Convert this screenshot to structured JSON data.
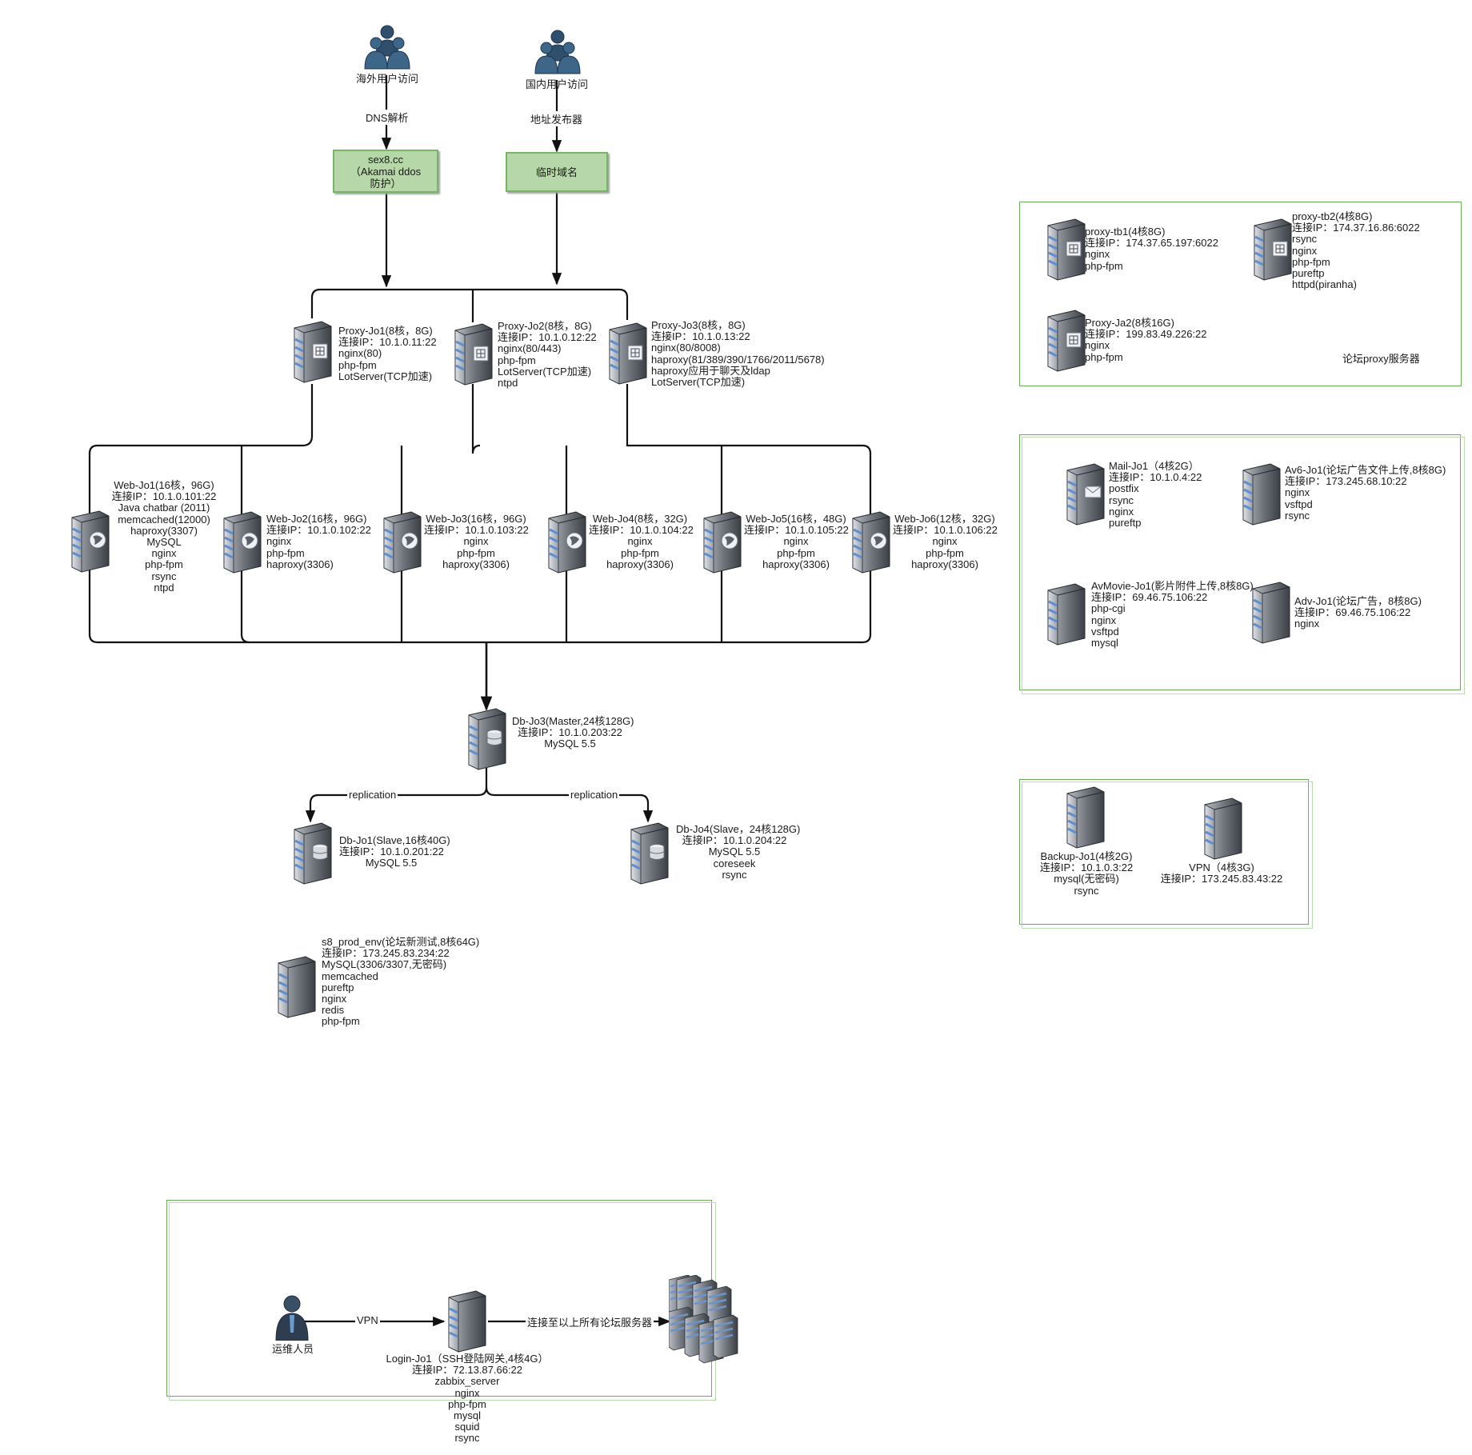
{
  "users": {
    "overseas": {
      "label": "海外用户访问"
    },
    "domestic": {
      "label": "国内用户访问"
    },
    "ops": {
      "label": "运维人员"
    }
  },
  "edges": {
    "dns": "DNS解析",
    "publisher": "地址发布器",
    "replication_left": "replication",
    "replication_right": "replication",
    "vpn": "VPN",
    "connect_all": "连接至以上所有论坛服务器"
  },
  "domains": {
    "main": [
      "sex8.cc",
      "（Akamai ddos",
      "防护）"
    ],
    "temp": [
      "临时域名"
    ]
  },
  "proxies": [
    {
      "id": "proxy-jo1",
      "lines": [
        "Proxy-Jo1(8核，8G)",
        "连接IP：10.1.0.11:22",
        "nginx(80)",
        "php-fpm",
        " LotServer(TCP加速)"
      ]
    },
    {
      "id": "proxy-jo2",
      "lines": [
        "Proxy-Jo2(8核，8G)",
        "连接IP：10.1.0.12:22",
        "nginx(80/443)",
        "php-fpm",
        "LotServer(TCP加速)",
        "ntpd"
      ]
    },
    {
      "id": "proxy-jo3",
      "lines": [
        "Proxy-Jo3(8核，8G)",
        "连接IP：10.1.0.13:22",
        "nginx(80/8008)",
        "haproxy(81/389/390/1766/2011/5678)",
        "haproxy应用于聊天及ldap",
        " LotServer(TCP加速)"
      ]
    }
  ],
  "webs": [
    {
      "id": "web-jo1",
      "lines": [
        "Web-Jo1(16核，96G)",
        "连接IP：10.1.0.101:22",
        "Java chatbar (2011)",
        "memcached(12000)",
        "haproxy(3307)",
        "MySQL",
        "nginx",
        "php-fpm",
        "rsync",
        "ntpd"
      ]
    },
    {
      "id": "web-jo2",
      "lines": [
        "Web-Jo2(16核，96G)",
        "连接IP：10.1.0.102:22",
        "nginx",
        "php-fpm",
        "haproxy(3306)"
      ]
    },
    {
      "id": "web-jo3",
      "lines": [
        "Web-Jo3(16核，96G)",
        "连接IP：10.1.0.103:22",
        "nginx",
        "php-fpm",
        "haproxy(3306)"
      ]
    },
    {
      "id": "web-jo4",
      "lines": [
        "Web-Jo4(8核，32G)",
        "连接IP：10.1.0.104:22",
        "nginx",
        "php-fpm",
        "haproxy(3306)"
      ]
    },
    {
      "id": "web-jo5",
      "lines": [
        "Web-Jo5(16核，48G)",
        "连接IP：10.1.0.105:22",
        "nginx",
        "php-fpm",
        "haproxy(3306)"
      ]
    },
    {
      "id": "web-jo6",
      "lines": [
        "Web-Jo6(12核，32G)",
        "连接IP：10.1.0.106:22",
        "nginx",
        "php-fpm",
        "haproxy(3306)"
      ]
    }
  ],
  "databases": [
    {
      "id": "db-jo3",
      "lines": [
        "Db-Jo3(Master,24核128G)",
        "连接IP：10.1.0.203:22",
        "MySQL 5.5"
      ]
    },
    {
      "id": "db-jo1",
      "lines": [
        "Db-Jo1(Slave,16核40G)",
        "连接IP：10.1.0.201:22",
        "MySQL 5.5"
      ]
    },
    {
      "id": "db-jo4",
      "lines": [
        "Db-Jo4(Slave，24核128G)",
        "连接IP：10.1.0.204:22",
        "MySQL 5.5",
        "coreseek",
        "rsync"
      ]
    }
  ],
  "test_env": {
    "lines": [
      "s8_prod_env(论坛新测试,8核64G)",
      "连接IP：173.245.83.234:22",
      "MySQL(3306/3307,无密码)",
      "memcached",
      "pureftp",
      "nginx",
      "redis",
      "php-fpm"
    ]
  },
  "forum_proxy": {
    "title": "论坛proxy服务器",
    "servers": [
      {
        "id": "proxy-tb1",
        "lines": [
          "proxy-tb1(4核8G)",
          "连接IP：174.37.65.197:6022",
          "nginx",
          "php-fpm"
        ]
      },
      {
        "id": "proxy-tb2",
        "lines": [
          "proxy-tb2(4核8G)",
          "连接IP：174.37.16.86:6022",
          "rsync",
          "nginx",
          "php-fpm",
          "pureftp",
          "httpd(piranha)"
        ]
      },
      {
        "id": "proxy-ja2",
        "lines": [
          "Proxy-Ja2(8核16G)",
          "连接IP：199.83.49.226:22",
          "nginx",
          "php-fpm"
        ]
      }
    ]
  },
  "misc_servers": [
    {
      "id": "mail-jo1",
      "lines": [
        "Mail-Jo1（4核2G）",
        "连接IP：10.1.0.4:22",
        "postfix",
        "rsync",
        "nginx",
        "pureftp"
      ]
    },
    {
      "id": "av6-jo1",
      "lines": [
        "Av6-Jo1(论坛广告文件上传,8核8G)",
        "连接IP：173.245.68.10:22",
        "nginx",
        "vsftpd",
        "rsync"
      ]
    },
    {
      "id": "avmovie-jo1",
      "lines": [
        "AvMovie-Jo1(影片附件上传,8核8G)",
        "连接IP：69.46.75.106:22",
        "php-cgi",
        "nginx",
        "vsftpd",
        "mysql"
      ]
    },
    {
      "id": "adv-jo1",
      "lines": [
        "Adv-Jo1(论坛广告，8核8G)",
        "连接IP：69.46.75.106:22",
        "nginx"
      ]
    }
  ],
  "backup_servers": [
    {
      "id": "backup-jo1",
      "lines": [
        "Backup-Jo1(4核2G)",
        "连接IP：10.1.0.3:22",
        "mysql(无密码)",
        "rsync"
      ]
    },
    {
      "id": "vpn",
      "lines": [
        "VPN（4核3G)",
        "连接IP：173.245.83.43:22"
      ]
    }
  ],
  "login": {
    "lines": [
      "Login-Jo1（SSH登陆网关,4核4G）",
      "连接IP：72.13.87.66:22",
      "zabbix_server",
      "nginx",
      "php-fpm",
      "mysql",
      "squid",
      "rsync"
    ]
  },
  "colors": {
    "group_border": "#6aaf58",
    "domain_fill": "#b6d7a8",
    "wire": "#111111"
  }
}
